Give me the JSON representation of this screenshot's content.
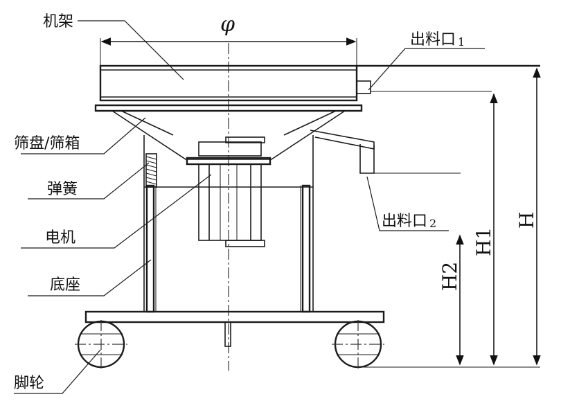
{
  "labels": {
    "frame": "机架",
    "screen_tray": "筛盘/筛箱",
    "spring": "弹簧",
    "motor": "电机",
    "base": "底座",
    "caster": "脚轮",
    "outlet1": "出料口",
    "outlet1_sub": "1",
    "outlet2": "出料口",
    "outlet2_sub": "2"
  },
  "dimensions": {
    "diameter": "φ",
    "H": "H",
    "H1": "H1",
    "H2": "H2"
  }
}
